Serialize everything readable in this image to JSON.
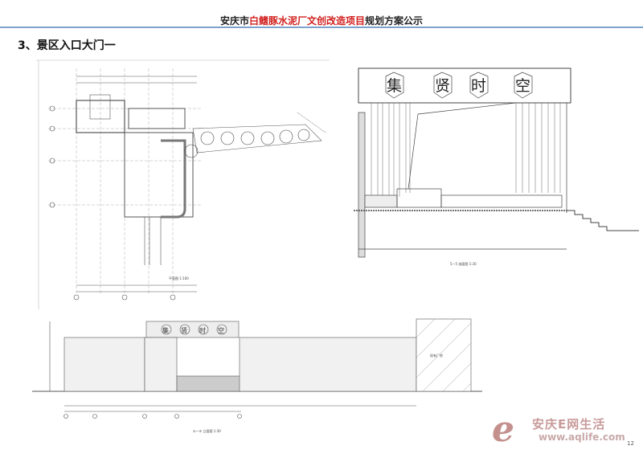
{
  "header": {
    "title_prefix": "安庆市",
    "title_highlight": "白鳍豚水泥厂文创改造项目",
    "title_suffix": "规划方案公示"
  },
  "section_heading": "3、景区入口大门一",
  "drawings": {
    "plan_caption": "平面图 1:100",
    "section_caption": "5—5 剖面图 1:30",
    "elevation_caption": "①—⑤ 立面图 1:30",
    "sign_chars": [
      "集",
      "贤",
      "时",
      "空"
    ],
    "wall_label": "现有厂房"
  },
  "watermark": {
    "brand": "安庆E网生活",
    "url": "www.aqlife.com",
    "logo_letter": "e"
  },
  "page_number": "12",
  "colors": {
    "accent_red": "#d0201e",
    "rule_blue": "#7da2cc"
  }
}
